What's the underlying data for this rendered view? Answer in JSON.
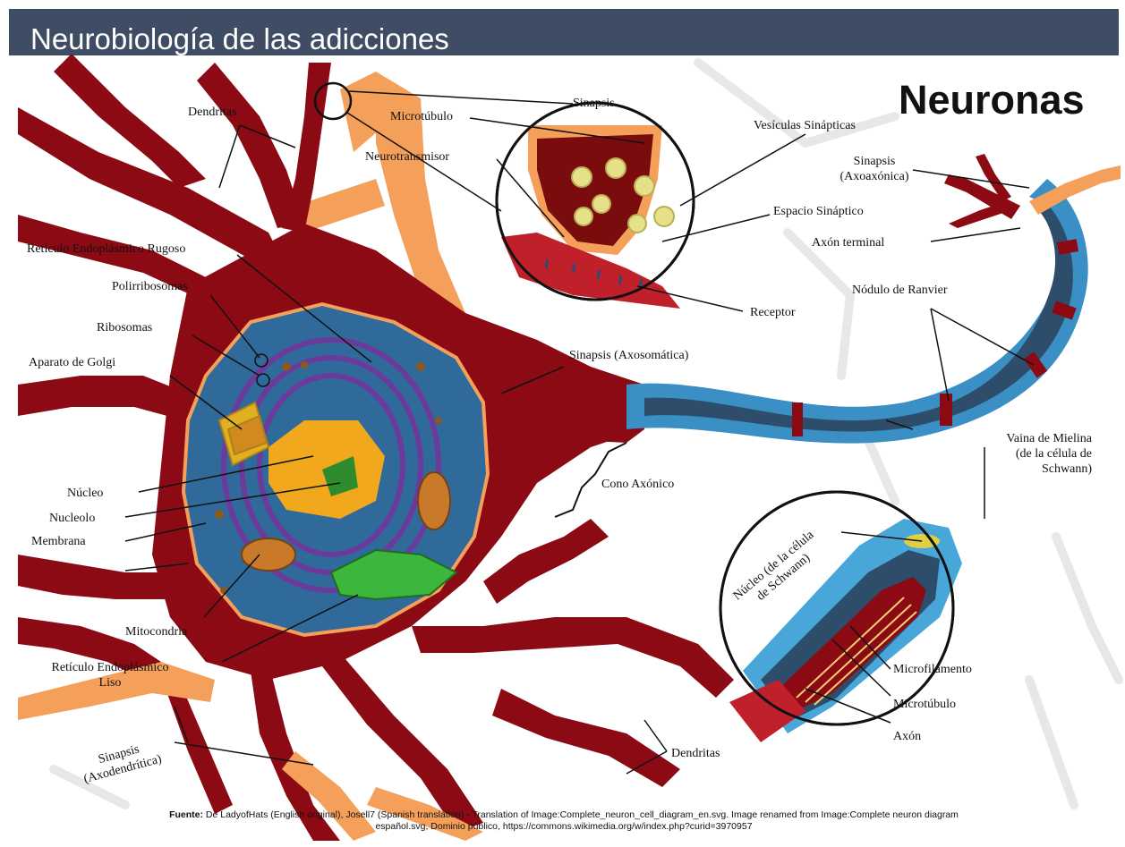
{
  "slide_title": "Neurobiología de las adicciones",
  "diagram_title": "Neuronas",
  "labels": {
    "dendritas_top": "Dendritas",
    "microtubulo_top": "Microtúbulo",
    "sinapsis_inset": "Sinapsis",
    "neurotransmisor": "Neurotransmisor",
    "vesiculas": "Vesículas Sinápticas",
    "sinapsis_axoaxonica_1": "Sinapsis",
    "sinapsis_axoaxonica_2": "(Axoaxónica)",
    "espacio_sinaptico": "Espacio Sináptico",
    "axon_terminal": "Axón terminal",
    "reticulo_rugoso": "Retículo Endoplásmico Rugoso",
    "polirribosomas": "Polirribosomas",
    "nodulo_ranvier": "Nódulo de Ranvier",
    "receptor": "Receptor",
    "ribosomas": "Ribosomas",
    "aparato_golgi": "Aparato de Golgi",
    "sinapsis_axosomatica": "Sinapsis (Axosomática)",
    "vaina_mielina_1": "Vaina de Mielina",
    "vaina_mielina_2": "(de la célula de",
    "vaina_mielina_3": "Schwann)",
    "nucleo": "Núcleo",
    "cono_axonico": "Cono Axónico",
    "nucleolo": "Nucleolo",
    "membrana": "Membrana",
    "nucleo_schwann_1": "Núcleo (de la célula",
    "nucleo_schwann_2": "de Schwann)",
    "mitocondria": "Mitocondria",
    "reticulo_liso_1": "Retículo Endoplásmico",
    "reticulo_liso_2": "Liso",
    "microfilamento": "Microfilamento",
    "microtubulo_bottom": "Microtúbulo",
    "axon": "Axón",
    "sinapsis_axodendritica_1": "Sinapsis",
    "sinapsis_axodendritica_2": "(Axodendrítica)",
    "dendritas_bottom": "Dendritas"
  },
  "source": {
    "prefix": "Fuente:",
    "line1": "De LadyofHats (English original), Josell7 (Spanish translation) - Translation of Image:Complete_neuron_cell_diagram_en.svg. Image renamed from Image:Complete neuron diagram",
    "line2": "español.svg, Dominio público, https://commons.wikimedia.org/w/index.php?curid=3970957"
  },
  "colors": {
    "header": "#3e4d63",
    "neuron": "#8b0a14",
    "cytoplasm": "#2f6a9a",
    "myelin": "#3a8fc4",
    "orange_synapse": "#f5a05a",
    "nucleus": "#f2a81d"
  }
}
